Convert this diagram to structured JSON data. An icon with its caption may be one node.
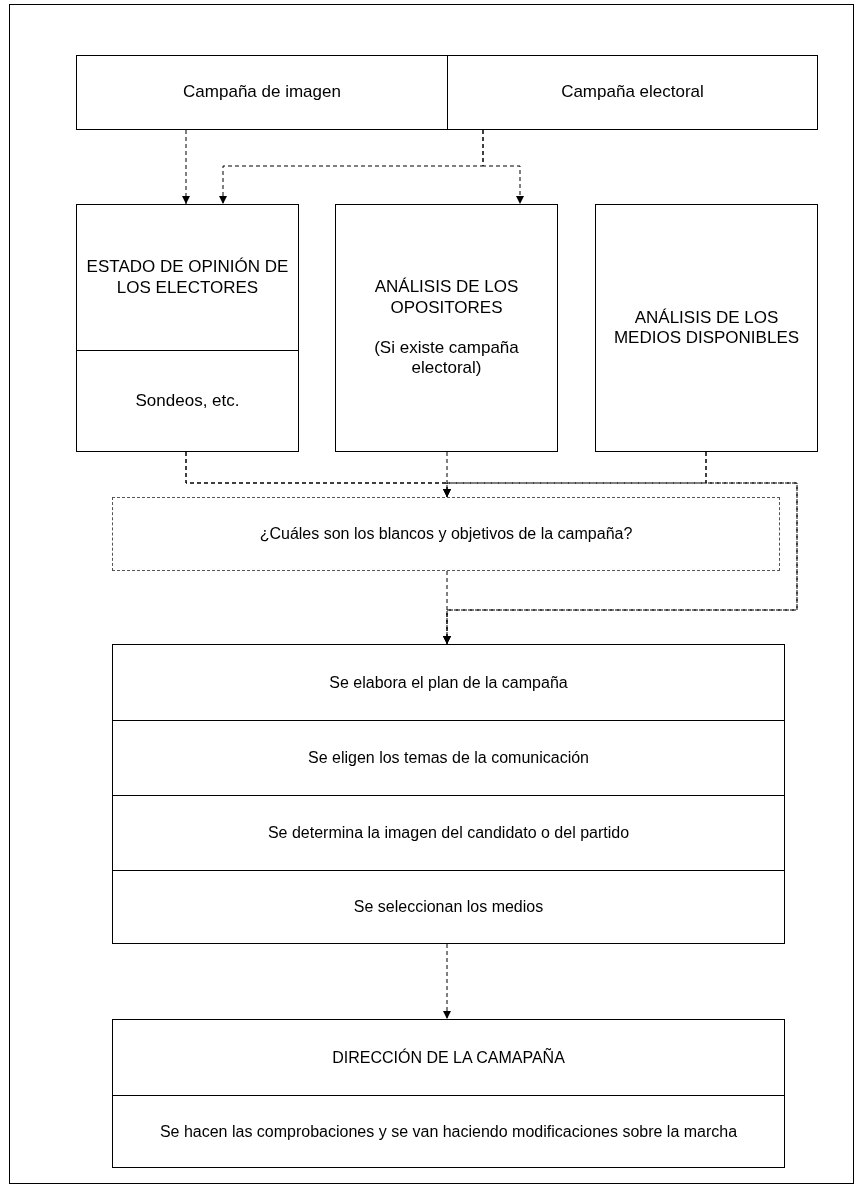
{
  "diagram": {
    "nodes": [
      {
        "text": [
          "Campaña de imagen"
        ]
      },
      {
        "text": [
          "Campaña electoral"
        ]
      },
      {
        "text": [
          "ESTADO DE OPINIÓN DE LOS ELECTORES",
          "Sondeos, etc."
        ]
      },
      {
        "text": [
          "ANÁLISIS DE LOS OPOSITORES",
          "(Si existe campaña electoral)"
        ]
      },
      {
        "text": [
          "ANÁLISIS DE LOS MEDIOS DISPONIBLES"
        ]
      },
      {
        "text": [
          "¿Cuáles son los blancos y objetivos de la campaña?"
        ]
      },
      {
        "text": [
          "Se elabora el plan de la campaña",
          "Se eligen los temas de la comunicación",
          "Se determina la imagen del candidato o del partido",
          "Se seleccionan los medios"
        ]
      },
      {
        "text": [
          "DIRECCIÓN DE LA CAMAPAÑA",
          "Se hacen las comprobaciones y se van haciendo modificaciones sobre la marcha"
        ]
      }
    ],
    "edges": [
      {
        "from": 0,
        "to": 2,
        "arrow": "to",
        "style": "dashed"
      },
      {
        "from": 1,
        "to": 2,
        "arrow": "to",
        "style": "dashed"
      },
      {
        "from": 1,
        "to": 3,
        "arrow": "to",
        "style": "dashed"
      },
      {
        "from": 2,
        "to": 5,
        "arrow": "to",
        "style": "dashed"
      },
      {
        "from": 3,
        "to": 5,
        "arrow": "to",
        "style": "dashed"
      },
      {
        "from": 4,
        "to": 5,
        "arrow": "to",
        "style": "dashed"
      },
      {
        "from": 2,
        "to": 6,
        "arrow": "to",
        "style": "dashed"
      },
      {
        "from": 4,
        "to": 6,
        "arrow": "to",
        "style": "dashed"
      },
      {
        "from": 5,
        "to": 6,
        "arrow": "to",
        "style": "dashed"
      },
      {
        "from": 6,
        "to": 7,
        "arrow": "to",
        "style": "dashed"
      }
    ]
  }
}
